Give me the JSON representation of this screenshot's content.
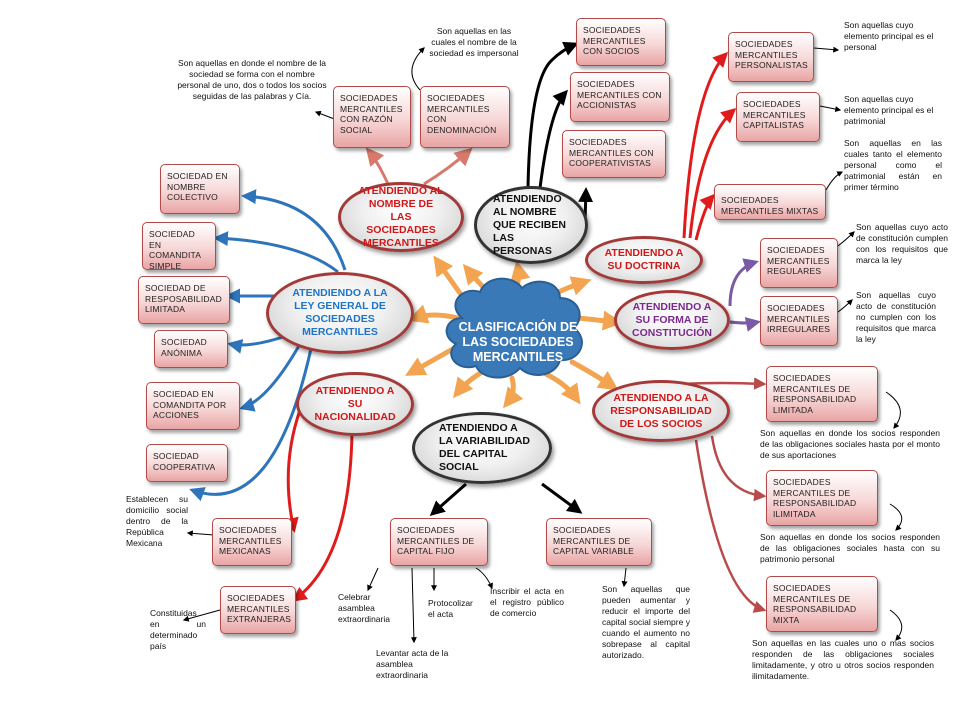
{
  "center": "CLASIFICACIÓN DE LAS SOCIEDADES MERCANTILES",
  "categories": {
    "nombre_sociedades": "ATENDIENDO AL NOMBRE DE LAS SOCIEDADES MERCANTILES",
    "nombre_personas": "ATENDIENDO AL NOMBRE QUE RECIBEN LAS PERSONAS",
    "doctrina": "ATENDIENDO A SU DOCTRINA",
    "forma_constitucion": "ATENDIENDO A SU FORMA DE CONSTITUCIÓN",
    "ley_general": "ATENDIENDO A LA LEY GENERAL DE SOCIEDADES MERCANTILES",
    "nacionalidad": "ATENDIENDO A SU NACIONALIDAD",
    "capital_social": "ATENDIENDO A LA VARIABILIDAD DEL CAPITAL SOCIAL",
    "responsabilidad": "ATENDIENDO A LA RESPONSABILIDAD DE LOS SOCIOS"
  },
  "boxes": {
    "razon_social": "SOCIEDADES MERCANTILES CON RAZÓN SOCIAL",
    "denominacion": "SOCIEDADES MERCANTILES CON DENOMINACIÓN",
    "con_socios": "SOCIEDADES MERCANTILES CON SOCIOS",
    "con_accionistas": "SOCIEDADES MERCANTILES CON ACCIONISTAS",
    "con_cooperativistas": "SOCIEDADES MERCANTILES CON COOPERATIVISTAS",
    "personalistas": "SOCIEDADES MERCANTILES PERSONALISTAS",
    "capitalistas": "SOCIEDADES MERCANTILES CAPITALISTAS",
    "mixtas": "SOCIEDADES MERCANTILES MIXTAS",
    "regulares": "SOCIEDADES MERCANTILES REGULARES",
    "irregulares": "SOCIEDADES MERCANTILES IRREGULARES",
    "nombre_colectivo": "SOCIEDAD EN NOMBRE COLECTIVO",
    "comandita_simple": "SOCIEDAD EN COMANDITA SIMPLE",
    "resp_limitada": "SOCIEDAD DE RESPOSABILIDAD LIMITADA",
    "anonima": "SOCIEDAD ANÓNIMA",
    "comandita_acciones": "SOCIEDAD EN COMANDITA POR ACCIONES",
    "cooperativa": "SOCIEDAD COOPERATIVA",
    "mexicanas": "SOCIEDADES MERCANTILES MEXICANAS",
    "extranjeras": "SOCIEDADES MERCANTILES EXTRANJERAS",
    "capital_fijo": "SOCIEDADES MERCANTILES DE CAPITAL FIJO",
    "capital_variable": "SOCIEDADES MERCANTILES DE CAPITAL VARIABLE",
    "responsabilidad_limitada": "SOCIEDADES MERCANTILES DE RESPONSABILIDAD LIMITADA",
    "responsabilidad_ilimitada": "SOCIEDADES MERCANTILES DE RESPONSABILIDAD ILIMITADA",
    "responsabilidad_mixta": "SOCIEDADES MERCANTILES DE RESPONSABILIDAD MIXTA"
  },
  "notes": {
    "razon_social": "Son aquellas en donde el nombre de la sociedad se forma con el nombre personal de uno, dos o todos los socios seguidas de las palabras y Cía.",
    "denominacion": "Son aquellas en las cuales el nombre de la sociedad es impersonal",
    "personalistas": "Son aquellas cuyo elemento principal es el personal",
    "capitalistas": "Son aquellas cuyo elemento principal es el patrimonial",
    "mixtas": "Son aquellas en las cuales tanto el elemento personal como el patrimonial están en primer término",
    "regulares": "Son aquellas cuyo acto de constitución cumplen con los requisitos que marca la ley",
    "irregulares": "Son aquellas cuyo acto de constitución no cumplen con los requisitos que marca la ley",
    "mexicanas": "Establecen su domicilio social dentro de la República Mexicana",
    "extranjeras": "Constituidas en un determinado país",
    "celebrar": "Celebrar asamblea extraordinaria",
    "levantar": "Levantar acta de la asamblea extraordinaria",
    "protocolizar": "Protocolizar el acta",
    "inscribir": "Inscribir el acta en el registro público de comercio",
    "capital_variable": "Son aquellas que pueden aumentar y reducir el importe del capital social siempre y cuando el aumento no sobrepase al capital autorizado.",
    "resp_limitada": "Son aquellas en donde los socios responden de las obligaciones sociales hasta por el monto de sus aportaciones",
    "resp_ilimitada": "Son aquellas en donde los socios responden de las obligaciones sociales hasta con su patrimonio personal",
    "resp_mixta": "Son aquellas en las cuales uno o mas socios responden de las obligaciones sociales limitadamente, y otro u otros socios responden ilimitadamente."
  },
  "colors": {
    "red_arrow": "#e01b1b",
    "blue_arrow": "#2d74bb",
    "purple_arrow": "#7a59a6",
    "black_arrow": "#000000",
    "orange_arrow": "#f2a450",
    "dark_red_arrow": "#b84a4a",
    "cloud": "#3a79b8"
  }
}
